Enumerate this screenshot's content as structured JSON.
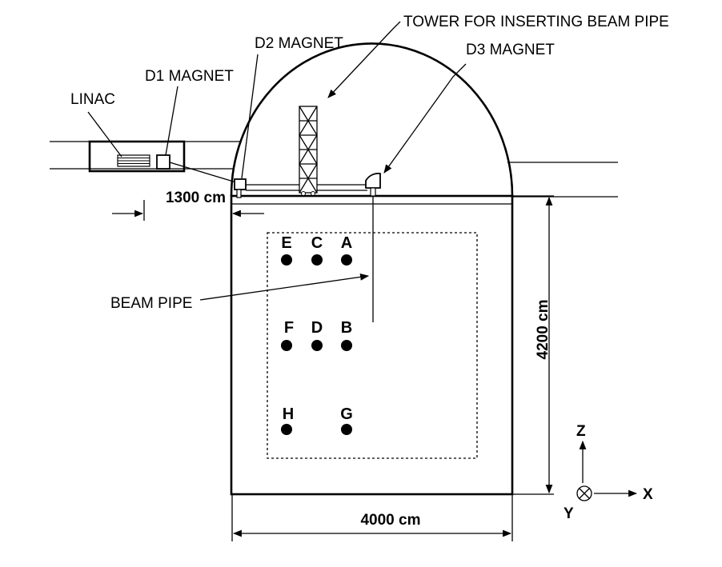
{
  "labels": {
    "tower": "TOWER FOR INSERTING BEAM PIPE",
    "d2": "D2 MAGNET",
    "d3": "D3 MAGNET",
    "d1": "D1 MAGNET",
    "linac": "LINAC",
    "offset": "1300 cm",
    "beam_pipe": "BEAM PIPE",
    "height": "4200 cm",
    "width": "4000 cm",
    "axis_z": "Z",
    "axis_x": "X",
    "axis_y": "Y"
  },
  "points": [
    {
      "id": "E",
      "label": "E"
    },
    {
      "id": "C",
      "label": "C"
    },
    {
      "id": "A",
      "label": "A"
    },
    {
      "id": "F",
      "label": "F"
    },
    {
      "id": "D",
      "label": "D"
    },
    {
      "id": "B",
      "label": "B"
    },
    {
      "id": "H",
      "label": "H"
    },
    {
      "id": "G",
      "label": "G"
    }
  ]
}
